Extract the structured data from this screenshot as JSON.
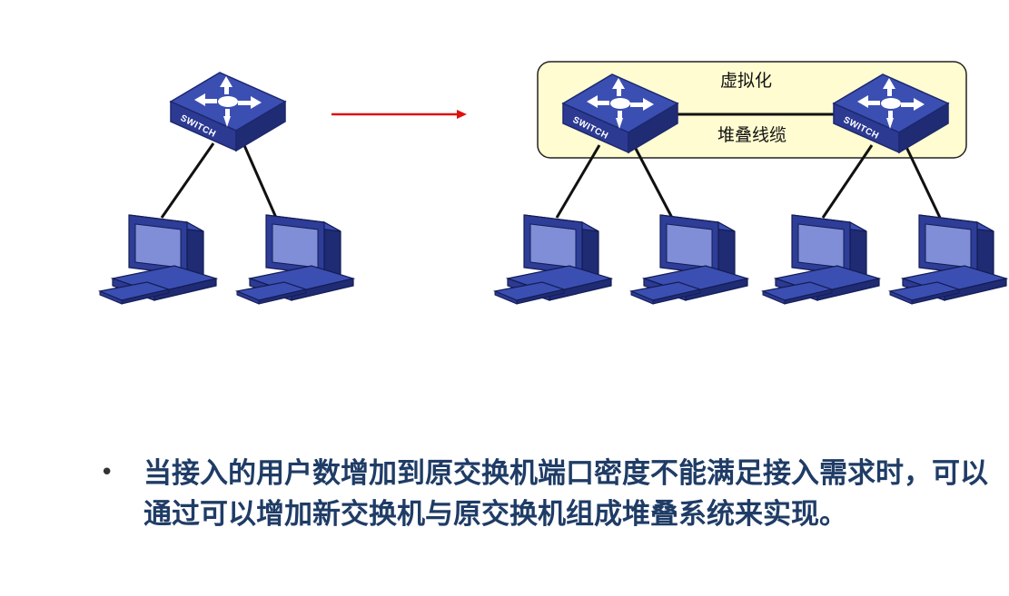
{
  "diagram": {
    "single_switch": {
      "label": "SWITCH"
    },
    "stack": {
      "virtualization_label": "虚拟化",
      "stack_cable_label": "堆叠线缆",
      "switch_left_label": "SWITCH",
      "switch_right_label": "SWITCH"
    },
    "arrow_color": "#e01010",
    "stack_box_fill": "#fefcd0",
    "device_color": "#2b3a8f"
  },
  "bullet": {
    "symbol": "•",
    "text": "当接入的用户数增加到原交换机端口密度不能满足接入需求时，可以通过可以增加新交换机与原交换机组成堆叠系统来实现。"
  }
}
